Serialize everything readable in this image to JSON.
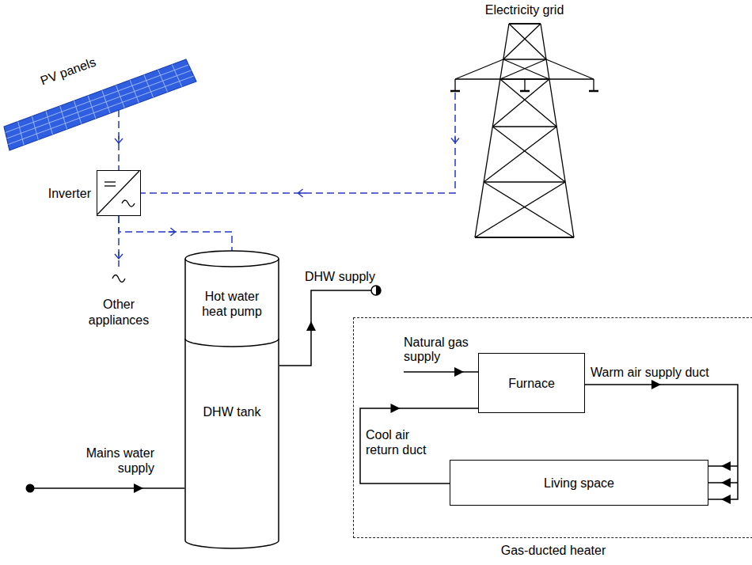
{
  "diagram": {
    "nodes": [
      {
        "text": [
          "PV panels"
        ]
      },
      {
        "text": [
          "Electricity grid"
        ]
      },
      {
        "text": [
          "Inverter"
        ]
      },
      {
        "text": [
          "Other appliances"
        ]
      },
      {
        "text": [
          "DHW tank"
        ]
      },
      {
        "text": [
          "Hot water heat pump"
        ],
        "in": 4
      },
      {
        "text": [
          "Gas-ducted heater"
        ]
      },
      {
        "text": [
          "Furnace"
        ],
        "in": 6
      },
      {
        "text": [
          "Living space"
        ],
        "in": 6
      }
    ],
    "edges": [
      {
        "from": 0,
        "to": 2,
        "arrow": "to"
      },
      {
        "from": 1,
        "to": 2,
        "arrow": "to"
      },
      {
        "from": 2,
        "to": 3,
        "arrow": "to"
      },
      {
        "from": 2,
        "to": 5,
        "arrow": "to"
      },
      {
        "from": 7,
        "to": 8,
        "arrow": "to",
        "label": "Warm air supply duct"
      },
      {
        "from": 8,
        "to": 7,
        "arrow": "to",
        "label": "Cool air return duct"
      }
    ],
    "labels": [
      "DHW supply",
      "Mains water supply",
      "Natural gas supply"
    ]
  }
}
